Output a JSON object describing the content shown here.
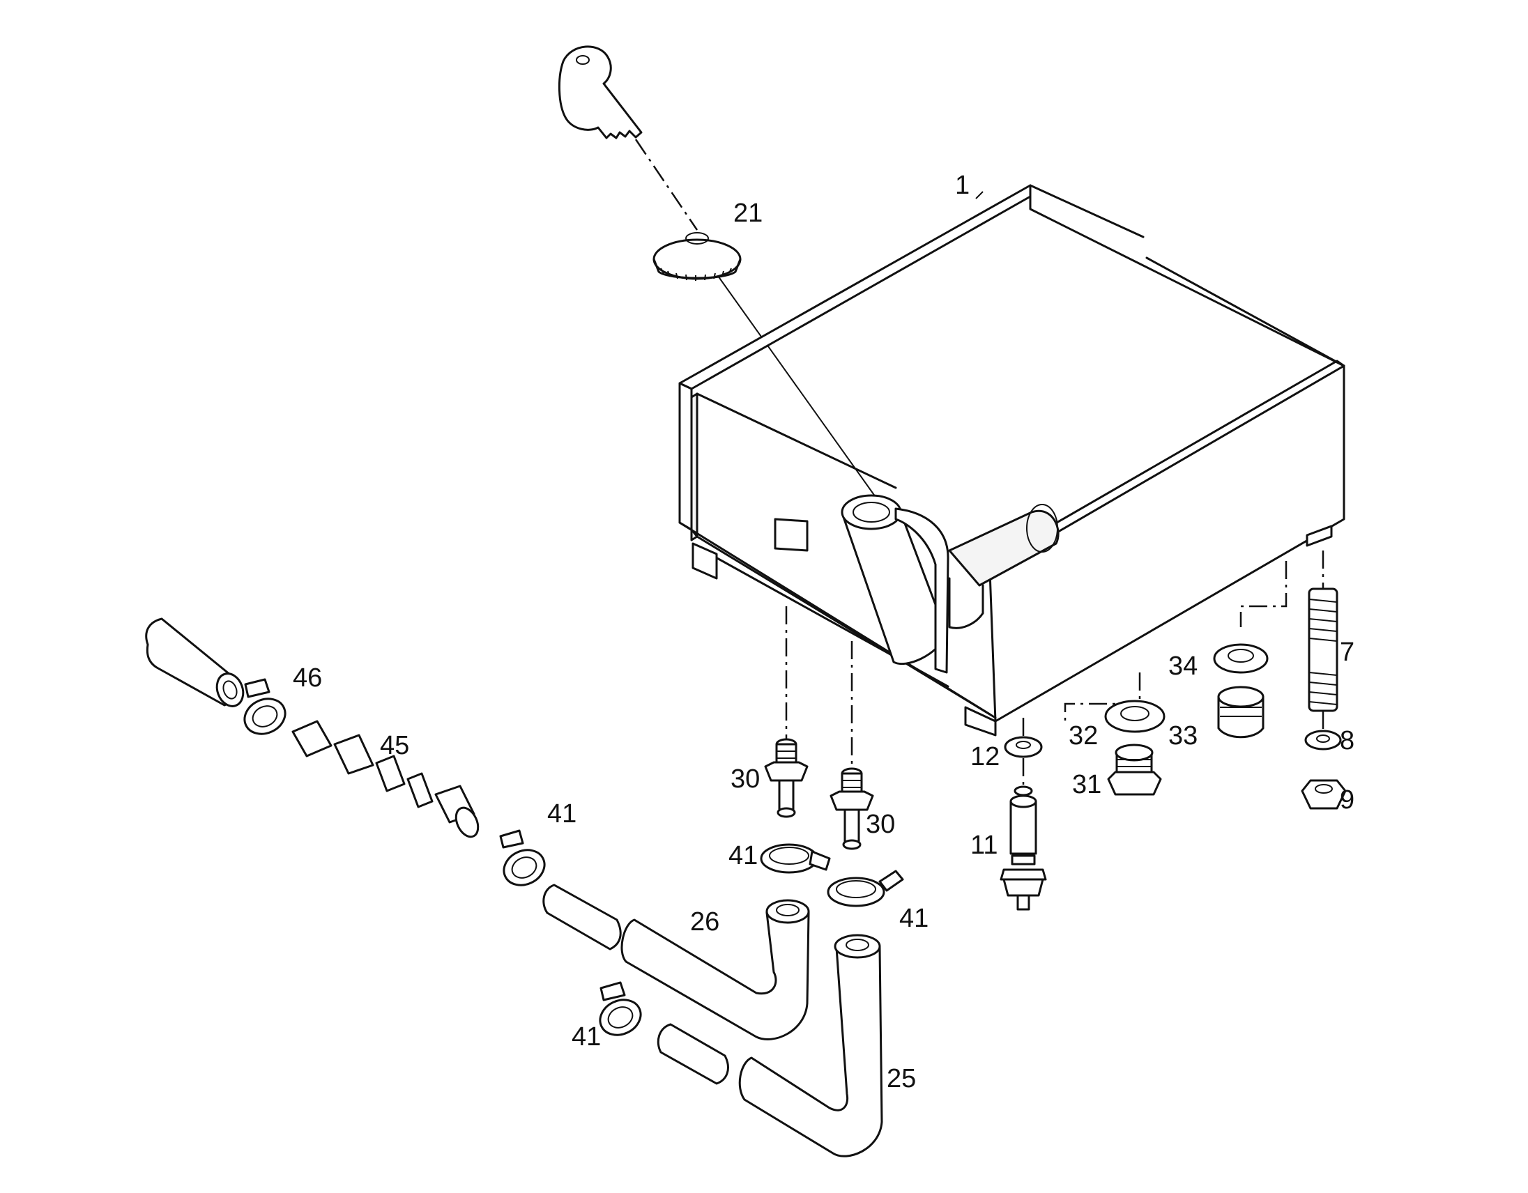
{
  "diagram": {
    "type": "exploded-parts-view",
    "line_color": "#111111",
    "background": "#ffffff",
    "callouts": {
      "c1": "1",
      "c21": "21",
      "c7": "7",
      "c8": "8",
      "c9": "9",
      "c34": "34",
      "c33": "33",
      "c32": "32",
      "c31": "31",
      "c12": "12",
      "c11": "11",
      "c30a": "30",
      "c30b": "30",
      "c41a": "41",
      "c41b": "41",
      "c41c": "41",
      "c41d": "41",
      "c46": "46",
      "c45": "45",
      "c26": "26",
      "c25": "25"
    }
  }
}
